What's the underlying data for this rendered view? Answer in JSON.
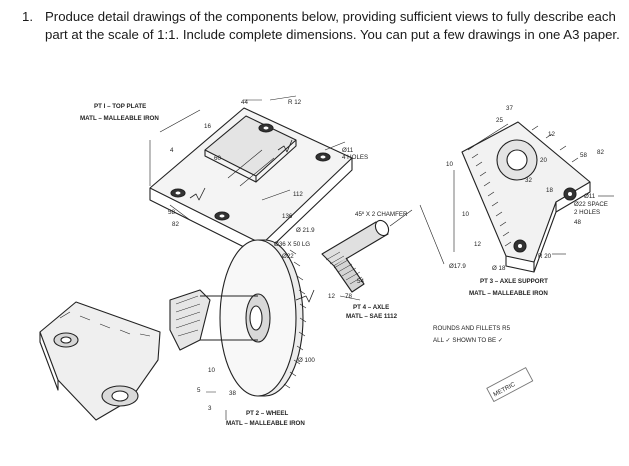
{
  "question": {
    "number": "1.",
    "text": "Produce detail drawings of the components below, providing sufficient views to fully describe each part at the scale of 1:1. Include complete dimensions. You can put a few drawings in one A3 paper."
  },
  "figure": {
    "part1": {
      "title": "PT I – TOP PLATE",
      "material": "MATL – MALLEABLE IRON"
    },
    "part2": {
      "title": "PT 2 – WHEEL",
      "material": "MATL – MALLEABLE IRON"
    },
    "part3": {
      "title": "PT 3 – AXLE SUPPORT",
      "material": "MATL – MALLEABLE IRON"
    },
    "part4": {
      "title": "PT 4 – AXLE",
      "material": "MATL – SAE 1112"
    },
    "holes_4": "Ø11",
    "holes_4_note": "4 HOLES",
    "chamfer_note": "45º X 2 CHAMFER",
    "shaft_note": "Ø36 X 50 LG",
    "holes_2": "Ø11",
    "holes_2_spacing": "Ø22 SPACE",
    "holes_2_note": "2 HOLES",
    "rounds_note_1": "ROUNDS AND FILLETS R5",
    "rounds_note_2": "ALL ✓ SHOWN TO BE ✓",
    "metric_stamp": "METRIC",
    "dims": {
      "d44": "44",
      "r12": "R 12",
      "d16": "16",
      "d4": "4",
      "d60": "60",
      "d58": "58",
      "d82": "82",
      "d112": "112",
      "d136": "136",
      "d21_9": "Ø 21.9",
      "d22": "Ø22",
      "d54": "54",
      "d12": "12",
      "d78": "78",
      "d17_9": "Ø17.9",
      "d100": "Ø 100",
      "d10": "10",
      "d5": "5",
      "d38": "38",
      "d3": "3",
      "d37": "37",
      "d25": "25",
      "d10b": "10",
      "d12b": "12",
      "d20": "20",
      "d32": "32",
      "d18": "18",
      "d58b": "58",
      "d82b": "82",
      "d48": "48",
      "d10c": "10",
      "d12c": "12",
      "r20": "R 20",
      "d18b": "Ø 18"
    }
  }
}
